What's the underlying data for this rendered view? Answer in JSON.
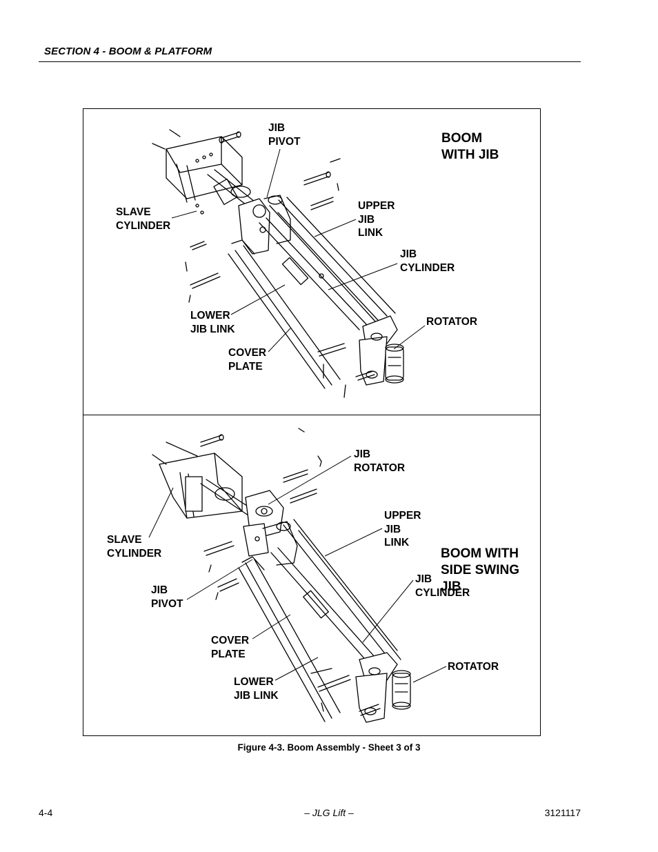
{
  "header": {
    "section": "SECTION 4 - BOOM & PLATFORM"
  },
  "panels": {
    "top": {
      "title": "BOOM\nWITH JIB",
      "labels": {
        "jib_pivot": "JIB\nPIVOT",
        "slave_cylinder": "SLAVE\nCYLINDER",
        "upper_jib_link": "UPPER\nJIB\nLINK",
        "jib_cylinder": "JIB\nCYLINDER",
        "lower_jib_link": "LOWER\nJIB LINK",
        "rotator": "ROTATOR",
        "cover_plate": "COVER\nPLATE"
      }
    },
    "bottom": {
      "title": "BOOM WITH\nSIDE SWING\nJIB",
      "labels": {
        "jib_rotator": "JIB\nROTATOR",
        "upper_jib_link": "UPPER\nJIB\nLINK",
        "slave_cylinder": "SLAVE\nCYLINDER",
        "jib_pivot": "JIB\nPIVOT",
        "jib_cylinder": "JIB\nCYLINDER",
        "cover_plate": "COVER\nPLATE",
        "rotator": "ROTATOR",
        "lower_jib_link": "LOWER\nJIB LINK"
      }
    }
  },
  "caption": "Figure 4-3.  Boom Assembly - Sheet 3 of 3",
  "footer": {
    "page": "4-4",
    "center": "– JLG Lift –",
    "doc_number": "3121117"
  }
}
